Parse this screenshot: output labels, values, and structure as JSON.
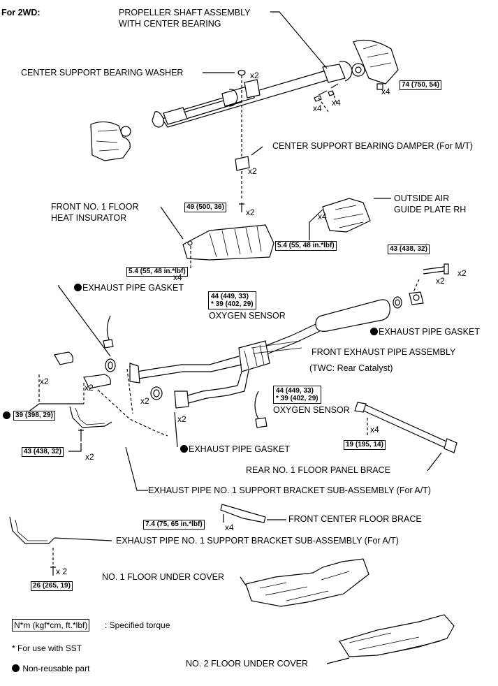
{
  "title": "For 2WD:",
  "labels": {
    "propeller_shaft": "PROPELLER SHAFT ASSEMBLY",
    "propeller_shaft_2": "WITH CENTER BEARING",
    "center_washer": "CENTER SUPPORT BEARING WASHER",
    "center_damper": "CENTER SUPPORT BEARING DAMPER (For M/T)",
    "front_insulator": "FRONT NO. 1 FLOOR",
    "front_insulator_2": "HEAT INSURATOR",
    "outside_air": "OUTSIDE AIR",
    "outside_air_2": "GUIDE PLATE RH",
    "gasket_top": "EXHAUST PIPE GASKET",
    "oxygen_sensor_1": "OXYGEN SENSOR",
    "gasket_right": "EXHAUST PIPE GASKET",
    "front_exhaust": "FRONT EXHAUST PIPE ASSEMBLY",
    "twc": "(TWC: Rear Catalyst)",
    "oxygen_sensor_2": "OXYGEN SENSOR",
    "gasket_bottom": "EXHAUST PIPE GASKET",
    "rear_brace": "REAR NO. 1 FLOOR PANEL BRACE",
    "bracket_1": "EXHAUST PIPE NO. 1 SUPPORT BRACKET SUB-ASSEMBLY (For A/T)",
    "front_center_brace": "FRONT CENTER FLOOR BRACE",
    "bracket_2": "EXHAUST PIPE NO. 1 SUPPORT BRACKET SUB-ASSEMBLY  (For A/T)",
    "under_cover_1": "NO. 1 FLOOR UNDER COVER",
    "under_cover_2": "NO. 2 FLOOR UNDER COVER"
  },
  "torques": {
    "t74": "74 (750, 54)",
    "t49": "49 (500, 36)",
    "t54a": "5.4 (55, 48 in.*lbf)",
    "t54b": "5.4 (55, 48 in.*lbf)",
    "t43a": "43 (438, 32)",
    "t44a_1": "44 (449, 33)",
    "t44a_2": "* 39 (402, 29)",
    "t44b_1": "44 (449, 33)",
    "t44b_2": "* 39 (402, 29)",
    "t39": "39 (398, 29)",
    "t43b": "43 (438, 32)",
    "t19": "19 (195, 14)",
    "t74b": "7.4 (75, 65 in.*lbf)",
    "t26": "26 (265, 19)"
  },
  "quantities": {
    "q_washer": "x2",
    "q_74": "x4",
    "q_bolt1": "x4",
    "q_bolt2": "x4",
    "q_damper": "x2",
    "q_49": "x2",
    "q_guide": "x4",
    "q_insul": "x4",
    "q_43a": "x2",
    "q_43a_2": "x2",
    "q_left1": "x2",
    "q_left2": "x2",
    "q_mid1": "x2",
    "q_mid2": "x2",
    "q_43b": "x2",
    "q_19": "x4",
    "q_74b": "x4",
    "q_26": "x 2"
  },
  "legend": {
    "torque_box": "N*m (kgf*cm, ft.*lbf)",
    "torque_text": ": Specified torque",
    "sst": "* For use with SST",
    "nonreusable": "Non-reusable part"
  }
}
